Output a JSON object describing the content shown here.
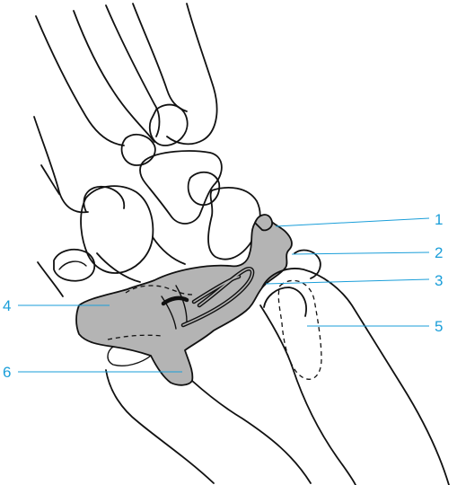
{
  "colors": {
    "accent": "#1a9ed9",
    "shading": "#b4b4b4",
    "line": "#111111"
  },
  "callouts": [
    {
      "id": "1",
      "text": "1"
    },
    {
      "id": "2",
      "text": "2"
    },
    {
      "id": "3",
      "text": "3"
    },
    {
      "id": "4",
      "text": "4"
    },
    {
      "id": "5",
      "text": "5"
    },
    {
      "id": "6",
      "text": "6"
    }
  ]
}
